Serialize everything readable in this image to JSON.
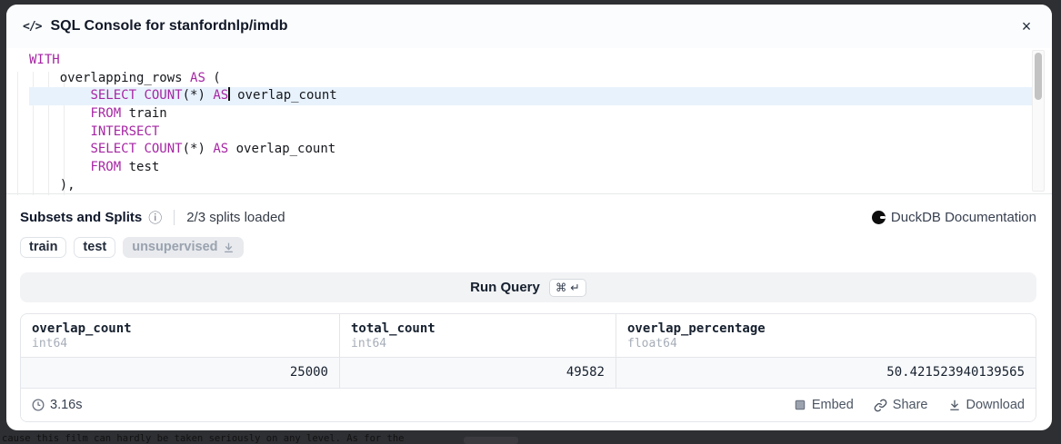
{
  "backdrop": {
    "page_text_fragment": "cause this film can hardly be taken seriously on any level. As for the"
  },
  "modal": {
    "title": "SQL Console for stanfordnlp/imdb",
    "close_label": "×"
  },
  "editor": {
    "active_line": 2,
    "lines": [
      [
        {
          "type": "kw",
          "text": "WITH"
        }
      ],
      [
        {
          "type": "plain",
          "text": "    overlapping_rows "
        },
        {
          "type": "kw",
          "text": "AS"
        },
        {
          "type": "plain",
          "text": " ("
        }
      ],
      [
        {
          "type": "plain",
          "text": "        "
        },
        {
          "type": "kw",
          "text": "SELECT"
        },
        {
          "type": "plain",
          "text": " "
        },
        {
          "type": "kw",
          "text": "COUNT"
        },
        {
          "type": "plain",
          "text": "(*) "
        },
        {
          "type": "kw",
          "text": "AS"
        },
        {
          "type": "cursor",
          "text": ""
        },
        {
          "type": "plain",
          "text": " overlap_count"
        }
      ],
      [
        {
          "type": "plain",
          "text": "        "
        },
        {
          "type": "kw",
          "text": "FROM"
        },
        {
          "type": "plain",
          "text": " train"
        }
      ],
      [
        {
          "type": "plain",
          "text": "        "
        },
        {
          "type": "kw",
          "text": "INTERSECT"
        }
      ],
      [
        {
          "type": "plain",
          "text": "        "
        },
        {
          "type": "kw",
          "text": "SELECT"
        },
        {
          "type": "plain",
          "text": " "
        },
        {
          "type": "kw",
          "text": "COUNT"
        },
        {
          "type": "plain",
          "text": "(*) "
        },
        {
          "type": "kw",
          "text": "AS"
        },
        {
          "type": "plain",
          "text": " overlap_count"
        }
      ],
      [
        {
          "type": "plain",
          "text": "        "
        },
        {
          "type": "kw",
          "text": "FROM"
        },
        {
          "type": "plain",
          "text": " test"
        }
      ],
      [
        {
          "type": "plain",
          "text": "    ),"
        }
      ]
    ]
  },
  "splits": {
    "heading": "Subsets and Splits",
    "info_icon": "ⓘ",
    "status": "2/3 splits loaded",
    "doc_link_label": "DuckDB Documentation",
    "chips": [
      {
        "label": "train",
        "loaded": true
      },
      {
        "label": "test",
        "loaded": true
      },
      {
        "label": "unsupervised",
        "loaded": false
      }
    ]
  },
  "run_query": {
    "label": "Run Query",
    "shortcut": "⌘ ↵"
  },
  "results": {
    "columns": [
      {
        "name": "overlap_count",
        "type": "int64",
        "value": "25000"
      },
      {
        "name": "total_count",
        "type": "int64",
        "value": "49582"
      },
      {
        "name": "overlap_percentage",
        "type": "float64",
        "value": "50.421523940139565"
      }
    ],
    "duration": "3.16s",
    "actions": [
      {
        "label": "Embed",
        "icon": "embed-icon"
      },
      {
        "label": "Share",
        "icon": "link-icon"
      },
      {
        "label": "Download",
        "icon": "download-icon"
      }
    ]
  },
  "colors": {
    "keyword": "#a626a4",
    "active_line_bg": "#e8f2fc",
    "backdrop": "#2e2f33",
    "border": "#e3e6ea",
    "muted_chip_bg": "#e8eaee",
    "run_bar_bg": "#f2f3f5",
    "row_bg": "#f8f9fb"
  }
}
